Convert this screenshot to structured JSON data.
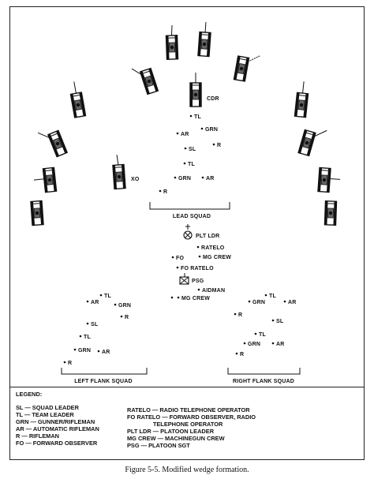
{
  "figure_caption": "Figure 5-5.  Modified wedge formation.",
  "groups": {
    "lead_squad": "LEAD SQUAD",
    "left_flank_squad": "LEFT FLANK SQUAD",
    "right_flank_squad": "RIGHT FLANK SQUAD"
  },
  "vehicle_labels": {
    "cdr": "CDR",
    "xo": "XO"
  },
  "lead_squad_members": [
    "TL",
    "AR",
    "GRN",
    "R",
    "SL",
    "TL",
    "GRN",
    "AR",
    "R"
  ],
  "hq_members": [
    "PLT LDR",
    "RATELO",
    "FO",
    "MG CREW",
    "FO RATELO",
    "PSG",
    "AIDMAN",
    "MG CREW"
  ],
  "left_flank_members": [
    "TL",
    "AR",
    "GRN",
    "R",
    "SL",
    "TL",
    "GRN",
    "AR",
    "R"
  ],
  "right_flank_members": [
    "TL",
    "GRN",
    "AR",
    "R",
    "SL",
    "TL",
    "GRN",
    "AR",
    "R"
  ],
  "legend": {
    "title": "LEGEND:",
    "left": [
      "SL — SQUAD LEADER",
      "TL — TEAM LEADER",
      "GRN — GUNNER/RIFLEMAN",
      "AR — AUTOMATIC RIFLEMAN",
      "R — RIFLEMAN",
      "FO — FORWARD OBSERVER"
    ],
    "right": [
      "RATELO — RADIO TELEPHONE OPERATOR",
      "FO RATELO — FORWARD OBSERVER, RADIO",
      "                TELEPHONE OPERATOR",
      "PLT LDR — PLATOON LEADER",
      "MG CREW — MACHINEGUN CREW",
      "PSG — PLATOON SGT"
    ]
  }
}
